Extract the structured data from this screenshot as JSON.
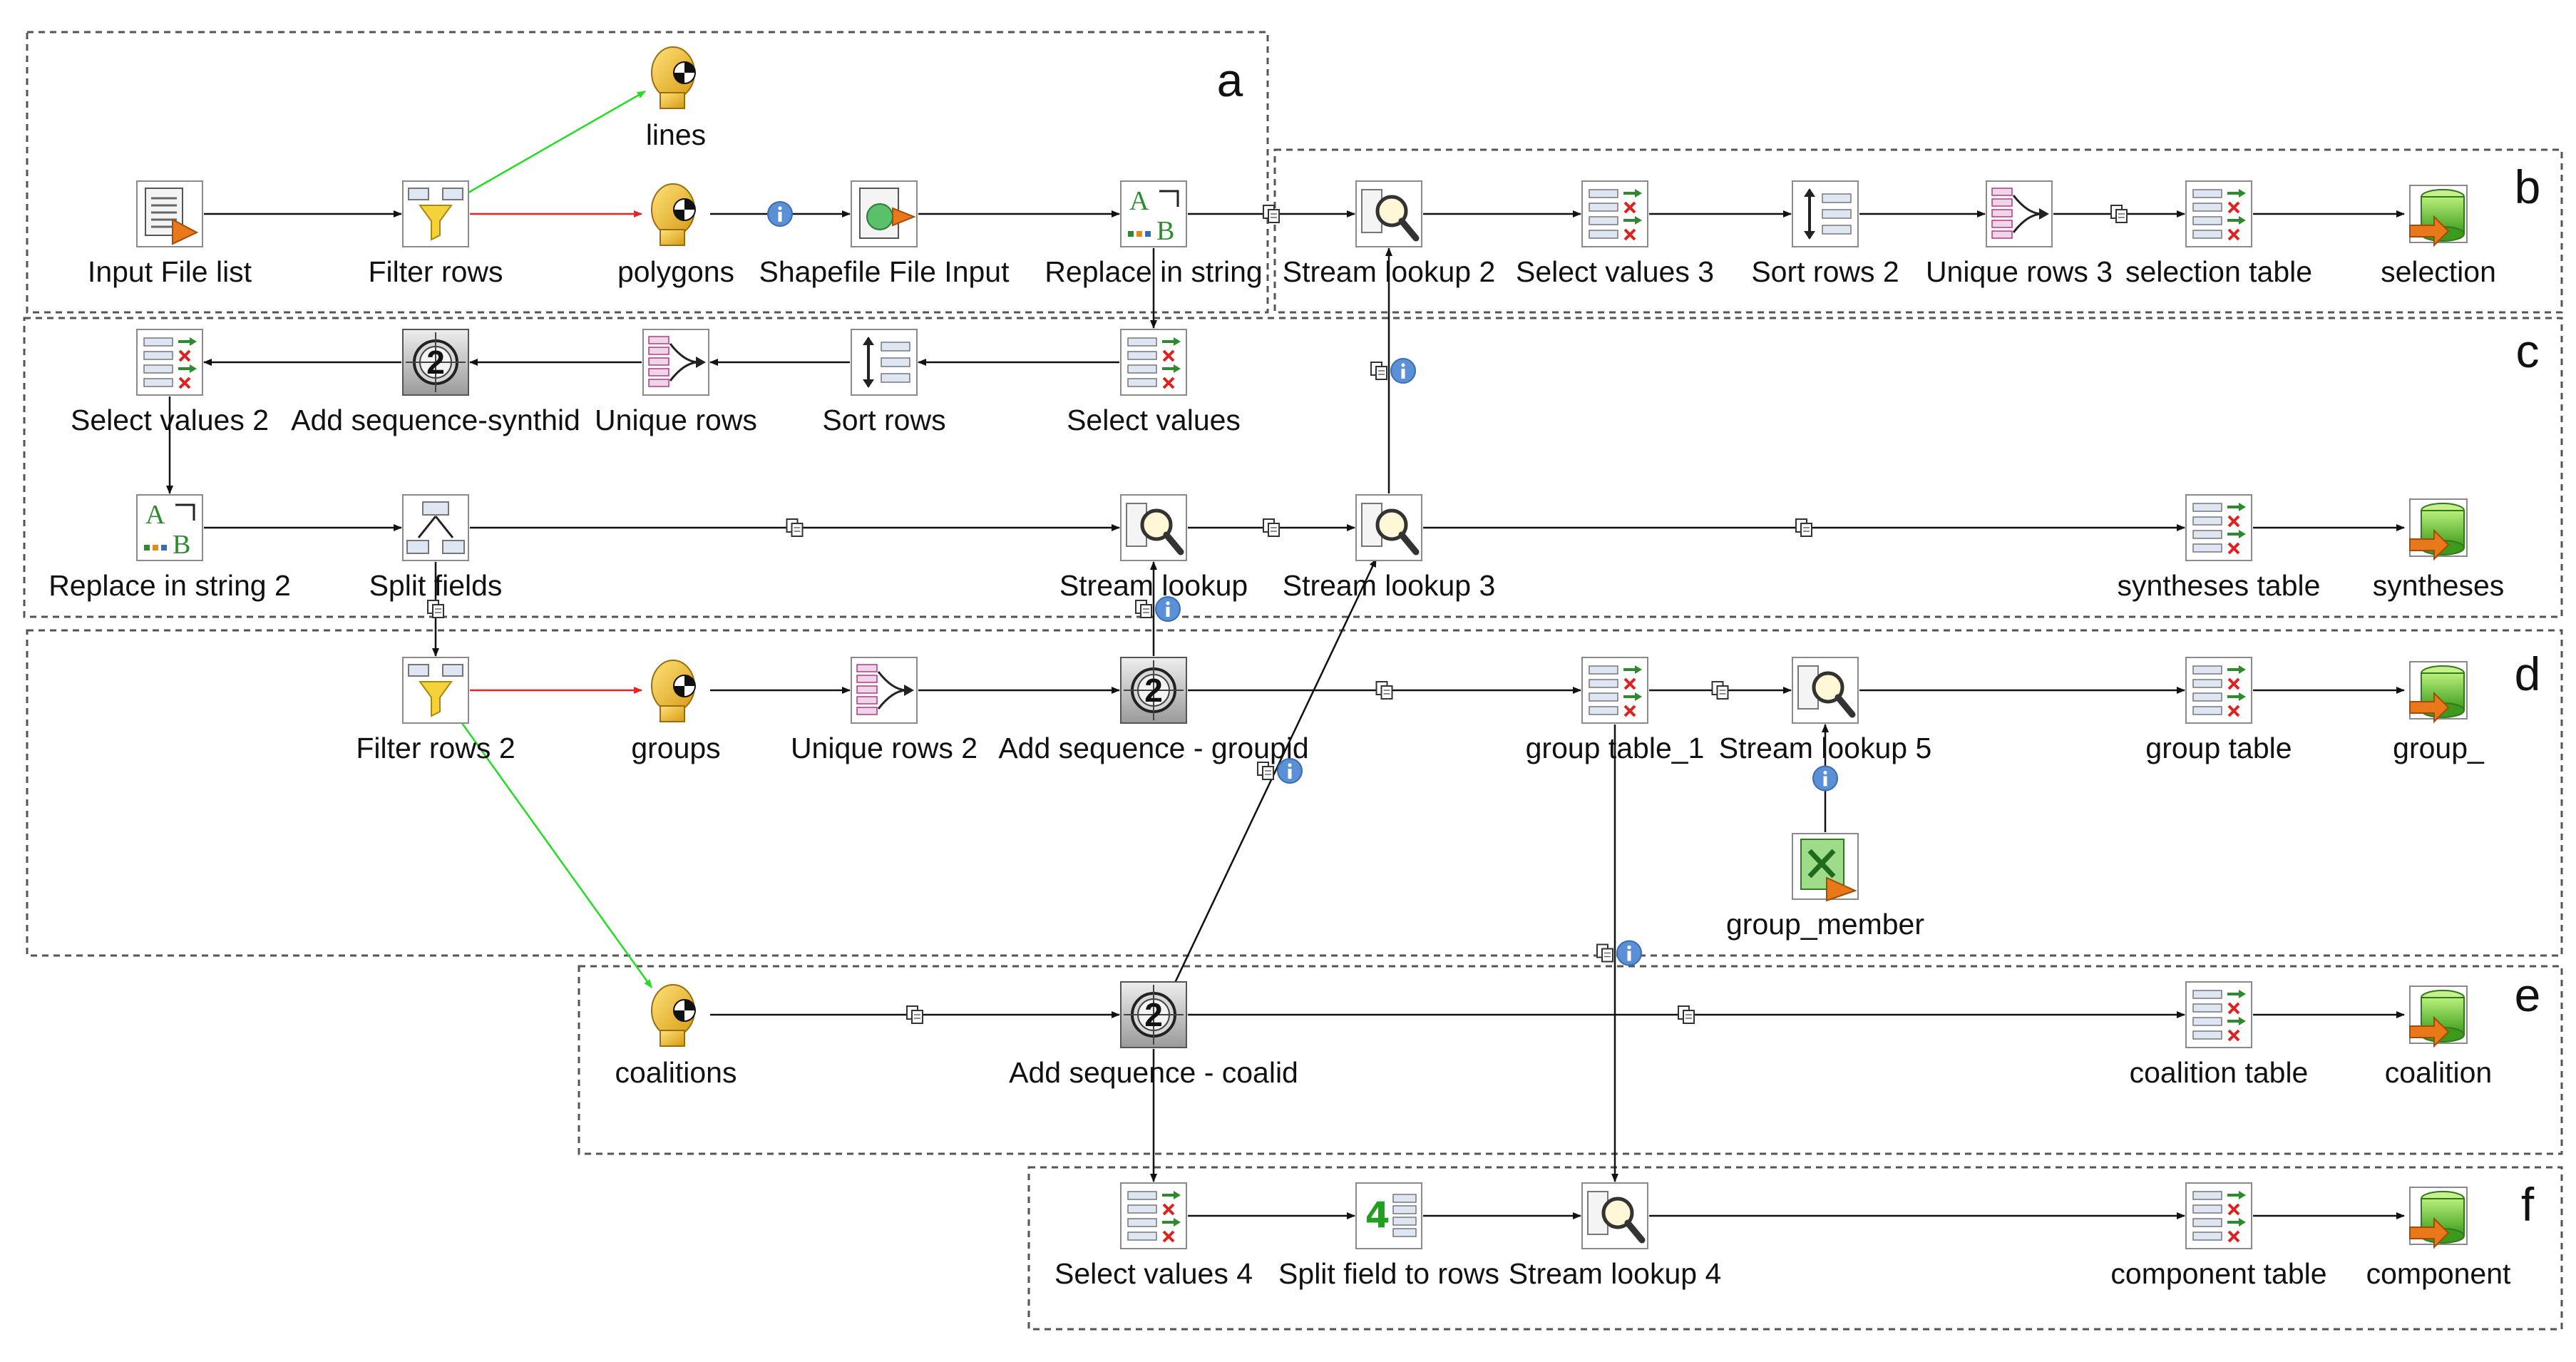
{
  "colors": {
    "normal_hop": "#111111",
    "true_hop": "#22dd22",
    "false_hop": "#ee2222",
    "info_badge": "#5b8fd6",
    "region_border": "#555555"
  },
  "groups": [
    {
      "id": "a",
      "label": "a"
    },
    {
      "id": "b",
      "label": "b"
    },
    {
      "id": "c",
      "label": "c"
    },
    {
      "id": "d",
      "label": "d"
    },
    {
      "id": "e",
      "label": "e"
    },
    {
      "id": "f",
      "label": "f"
    }
  ],
  "steps": [
    {
      "id": "lines",
      "label": "lines",
      "icon": "dummy-head-icon"
    },
    {
      "id": "input_file_list",
      "label": "Input File list",
      "icon": "file-list-icon"
    },
    {
      "id": "filter_rows",
      "label": "Filter rows",
      "icon": "filter-funnel-icon"
    },
    {
      "id": "polygons",
      "label": "polygons",
      "icon": "dummy-head-icon"
    },
    {
      "id": "shapefile_input",
      "label": "Shapefile File Input",
      "icon": "shapefile-icon"
    },
    {
      "id": "replace_in_string",
      "label": "Replace in string",
      "icon": "replace-string-icon"
    },
    {
      "id": "stream_lookup_2",
      "label": "Stream lookup 2",
      "icon": "magnifier-lookup-icon"
    },
    {
      "id": "select_values_3",
      "label": "Select values 3",
      "icon": "select-values-icon"
    },
    {
      "id": "sort_rows_2",
      "label": "Sort rows 2",
      "icon": "sort-rows-icon"
    },
    {
      "id": "unique_rows_3",
      "label": "Unique rows 3",
      "icon": "unique-rows-icon"
    },
    {
      "id": "selection_table",
      "label": "selection table",
      "icon": "select-values-icon"
    },
    {
      "id": "selection",
      "label": "selection",
      "icon": "table-output-icon"
    },
    {
      "id": "select_values_2",
      "label": "Select values 2",
      "icon": "select-values-icon"
    },
    {
      "id": "add_seq_synthid",
      "label": "Add sequence-synthid",
      "icon": "sequence-icon"
    },
    {
      "id": "unique_rows",
      "label": "Unique rows",
      "icon": "unique-rows-icon"
    },
    {
      "id": "sort_rows",
      "label": "Sort rows",
      "icon": "sort-rows-icon"
    },
    {
      "id": "select_values",
      "label": "Select values",
      "icon": "select-values-icon"
    },
    {
      "id": "replace_in_string_2",
      "label": "Replace in string 2",
      "icon": "replace-string-icon"
    },
    {
      "id": "split_fields",
      "label": "Split fields",
      "icon": "split-fields-icon"
    },
    {
      "id": "stream_lookup",
      "label": "Stream lookup",
      "icon": "magnifier-lookup-icon"
    },
    {
      "id": "stream_lookup_3",
      "label": "Stream lookup 3",
      "icon": "magnifier-lookup-icon"
    },
    {
      "id": "syntheses_table",
      "label": "syntheses table",
      "icon": "select-values-icon"
    },
    {
      "id": "syntheses",
      "label": "syntheses",
      "icon": "table-output-icon"
    },
    {
      "id": "filter_rows_2",
      "label": "Filter rows 2",
      "icon": "filter-funnel-icon"
    },
    {
      "id": "groups",
      "label": "groups",
      "icon": "dummy-head-icon"
    },
    {
      "id": "unique_rows_2",
      "label": "Unique rows 2",
      "icon": "unique-rows-icon"
    },
    {
      "id": "add_seq_groupid",
      "label": "Add sequence - groupid",
      "icon": "sequence-icon"
    },
    {
      "id": "group_table_1",
      "label": "group table_1",
      "icon": "select-values-icon"
    },
    {
      "id": "stream_lookup_5",
      "label": "Stream lookup 5",
      "icon": "magnifier-lookup-icon"
    },
    {
      "id": "group_table",
      "label": "group table",
      "icon": "select-values-icon"
    },
    {
      "id": "group_",
      "label": "group_",
      "icon": "table-output-icon"
    },
    {
      "id": "group_member",
      "label": "group_member",
      "icon": "excel-input-icon"
    },
    {
      "id": "coalitions",
      "label": "coalitions",
      "icon": "dummy-head-icon"
    },
    {
      "id": "add_seq_coalid",
      "label": "Add sequence - coalid",
      "icon": "sequence-icon"
    },
    {
      "id": "coalition_table",
      "label": "coalition table",
      "icon": "select-values-icon"
    },
    {
      "id": "coalition",
      "label": "coalition",
      "icon": "table-output-icon"
    },
    {
      "id": "select_values_4",
      "label": "Select values 4",
      "icon": "select-values-icon"
    },
    {
      "id": "split_field_to_rows",
      "label": "Split field to rows",
      "icon": "split-field-rows-icon"
    },
    {
      "id": "stream_lookup_4",
      "label": "Stream lookup 4",
      "icon": "magnifier-lookup-icon"
    },
    {
      "id": "component_table",
      "label": "component table",
      "icon": "select-values-icon"
    },
    {
      "id": "component",
      "label": "component",
      "icon": "table-output-icon"
    }
  ],
  "hops": [
    {
      "from": "filter_rows",
      "to": "lines",
      "kind": "true"
    },
    {
      "from": "input_file_list",
      "to": "filter_rows",
      "kind": "normal"
    },
    {
      "from": "filter_rows",
      "to": "polygons",
      "kind": "false"
    },
    {
      "from": "polygons",
      "to": "shapefile_input",
      "kind": "info"
    },
    {
      "from": "shapefile_input",
      "to": "replace_in_string",
      "kind": "normal"
    },
    {
      "from": "replace_in_string",
      "to": "stream_lookup_2",
      "kind": "copy"
    },
    {
      "from": "stream_lookup_2",
      "to": "select_values_3",
      "kind": "normal"
    },
    {
      "from": "select_values_3",
      "to": "sort_rows_2",
      "kind": "normal"
    },
    {
      "from": "sort_rows_2",
      "to": "unique_rows_3",
      "kind": "normal"
    },
    {
      "from": "unique_rows_3",
      "to": "selection_table",
      "kind": "copy"
    },
    {
      "from": "selection_table",
      "to": "selection",
      "kind": "normal"
    },
    {
      "from": "replace_in_string",
      "to": "select_values",
      "kind": "normal"
    },
    {
      "from": "select_values",
      "to": "sort_rows",
      "kind": "normal"
    },
    {
      "from": "sort_rows",
      "to": "unique_rows",
      "kind": "normal"
    },
    {
      "from": "unique_rows",
      "to": "add_seq_synthid",
      "kind": "normal"
    },
    {
      "from": "add_seq_synthid",
      "to": "select_values_2",
      "kind": "normal"
    },
    {
      "from": "select_values_2",
      "to": "replace_in_string_2",
      "kind": "normal"
    },
    {
      "from": "replace_in_string_2",
      "to": "split_fields",
      "kind": "normal"
    },
    {
      "from": "split_fields",
      "to": "stream_lookup",
      "kind": "copy"
    },
    {
      "from": "stream_lookup",
      "to": "stream_lookup_3",
      "kind": "copy"
    },
    {
      "from": "stream_lookup_3",
      "to": "syntheses_table",
      "kind": "copy"
    },
    {
      "from": "syntheses_table",
      "to": "syntheses",
      "kind": "normal"
    },
    {
      "from": "stream_lookup_3",
      "to": "stream_lookup_2",
      "kind": "copy-info"
    },
    {
      "from": "split_fields",
      "to": "filter_rows_2",
      "kind": "copy"
    },
    {
      "from": "filter_rows_2",
      "to": "groups",
      "kind": "false"
    },
    {
      "from": "filter_rows_2",
      "to": "coalitions",
      "kind": "true"
    },
    {
      "from": "groups",
      "to": "unique_rows_2",
      "kind": "normal"
    },
    {
      "from": "unique_rows_2",
      "to": "add_seq_groupid",
      "kind": "normal"
    },
    {
      "from": "add_seq_groupid",
      "to": "stream_lookup",
      "kind": "copy-info"
    },
    {
      "from": "add_seq_groupid",
      "to": "group_table_1",
      "kind": "copy"
    },
    {
      "from": "group_table_1",
      "to": "stream_lookup_5",
      "kind": "copy"
    },
    {
      "from": "stream_lookup_5",
      "to": "group_table",
      "kind": "normal"
    },
    {
      "from": "group_table",
      "to": "group_",
      "kind": "normal"
    },
    {
      "from": "group_member",
      "to": "stream_lookup_5",
      "kind": "info"
    },
    {
      "from": "group_table_1",
      "to": "stream_lookup_4",
      "kind": "copy-info"
    },
    {
      "from": "coalitions",
      "to": "add_seq_coalid",
      "kind": "copy"
    },
    {
      "from": "add_seq_coalid",
      "to": "stream_lookup_3",
      "kind": "copy-info"
    },
    {
      "from": "add_seq_coalid",
      "to": "coalition_table",
      "kind": "copy"
    },
    {
      "from": "coalition_table",
      "to": "coalition",
      "kind": "normal"
    },
    {
      "from": "add_seq_coalid",
      "to": "select_values_4",
      "kind": "normal"
    },
    {
      "from": "select_values_4",
      "to": "split_field_to_rows",
      "kind": "normal"
    },
    {
      "from": "split_field_to_rows",
      "to": "stream_lookup_4",
      "kind": "normal"
    },
    {
      "from": "stream_lookup_4",
      "to": "component_table",
      "kind": "normal"
    },
    {
      "from": "component_table",
      "to": "component",
      "kind": "normal"
    }
  ]
}
